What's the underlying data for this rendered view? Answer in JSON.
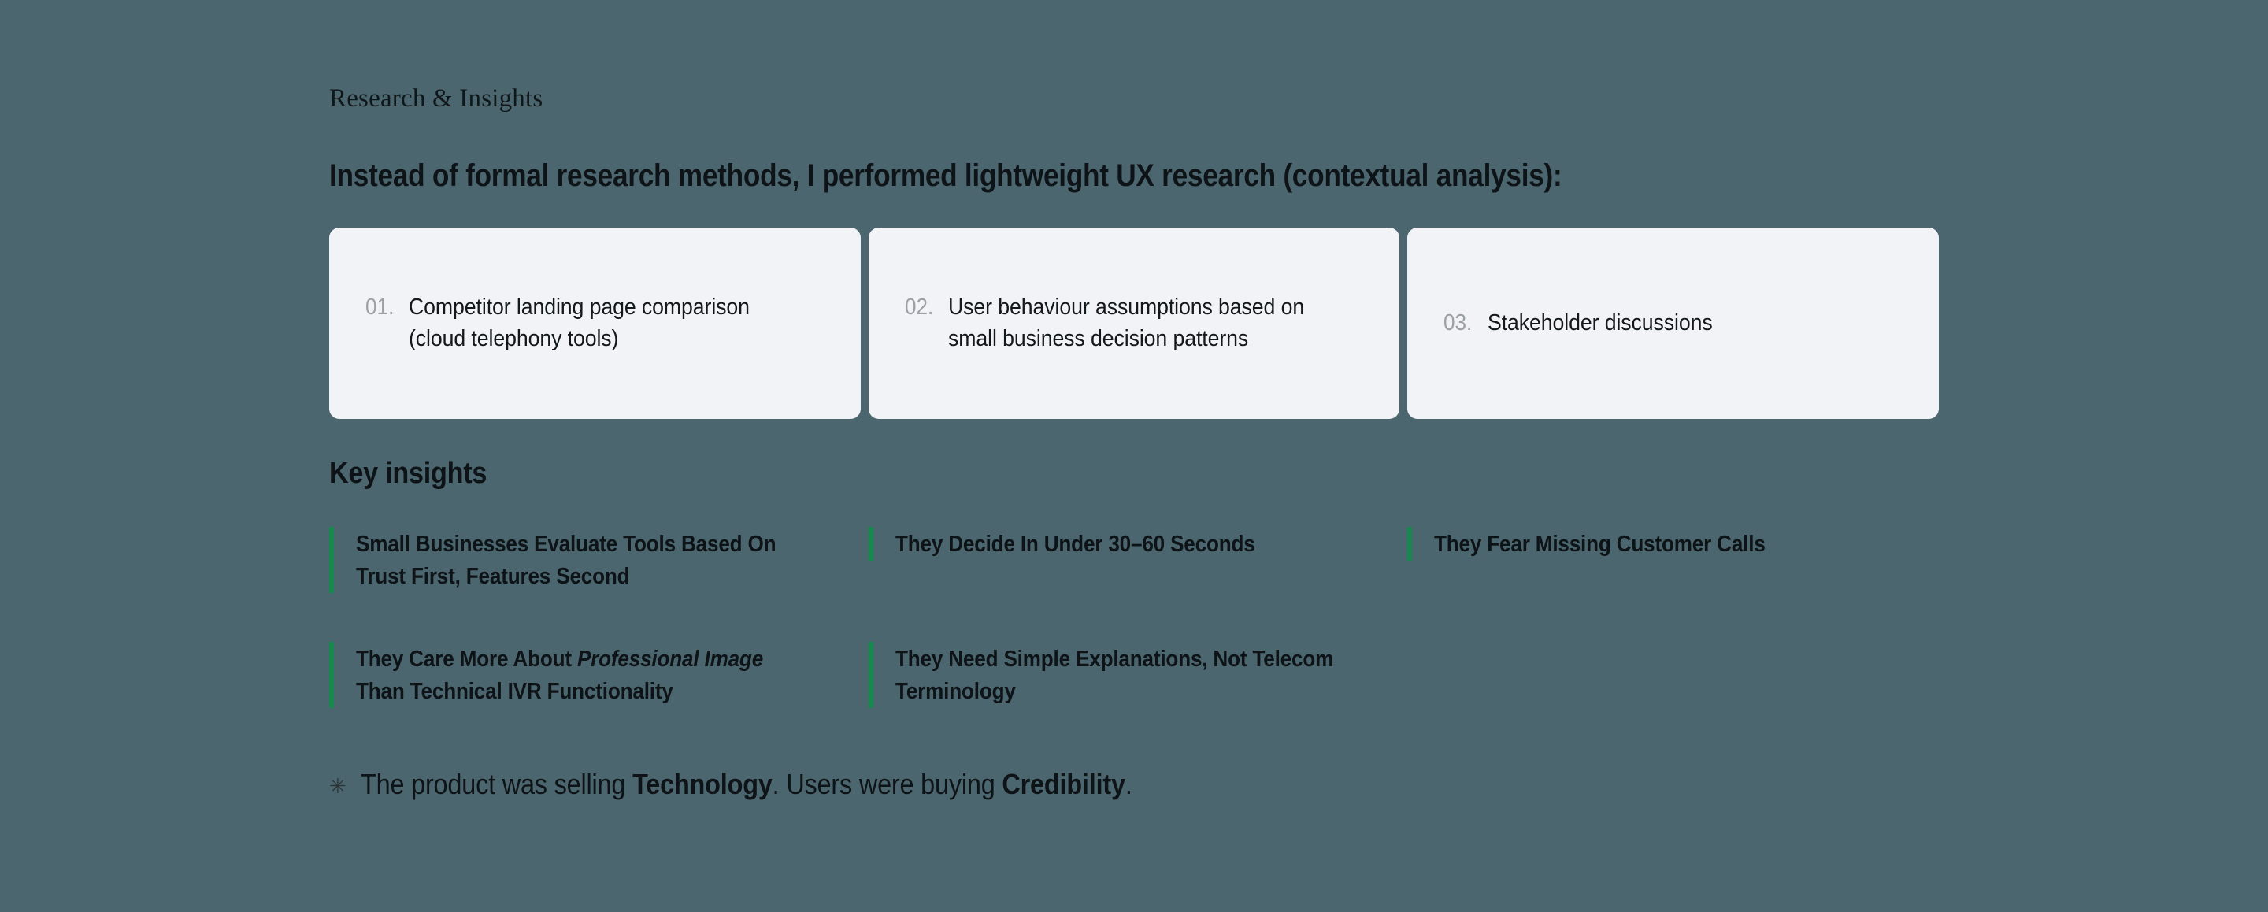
{
  "theme": {
    "background": "#4b666e",
    "card_background": "#f2f3f6",
    "accent_green": "#168a4d",
    "text_primary": "#0d1316",
    "text_muted": "#9aa0a6"
  },
  "eyebrow": "Research & Insights",
  "section_heading": "Instead of formal research methods, I performed lightweight UX research (contextual analysis):",
  "methods": [
    {
      "number": "01.",
      "text": "Competitor landing page comparison (cloud telephony tools)"
    },
    {
      "number": "02.",
      "text": "User behaviour assumptions based on small business decision patterns"
    },
    {
      "number": "03.",
      "text": "Stakeholder discussions"
    }
  ],
  "insights_heading": "Key insights",
  "insights": [
    {
      "text": "Small Businesses Evaluate Tools Based On Trust First, Features Second"
    },
    {
      "text": "They Decide In Under 30–60 Seconds"
    },
    {
      "text": "They Fear Missing Customer Calls"
    },
    {
      "text_html": "They Care More About <em>Professional Image</em> Than Technical IVR Functionality"
    },
    {
      "text": "They Need Simple Explanations, Not Telecom Terminology"
    }
  ],
  "callout": {
    "icon": "✳",
    "icon_name": "sparkle-asterisk-icon",
    "text_html": "The product was selling <b>Technology</b>. Users were buying <b>Credibility</b>."
  }
}
